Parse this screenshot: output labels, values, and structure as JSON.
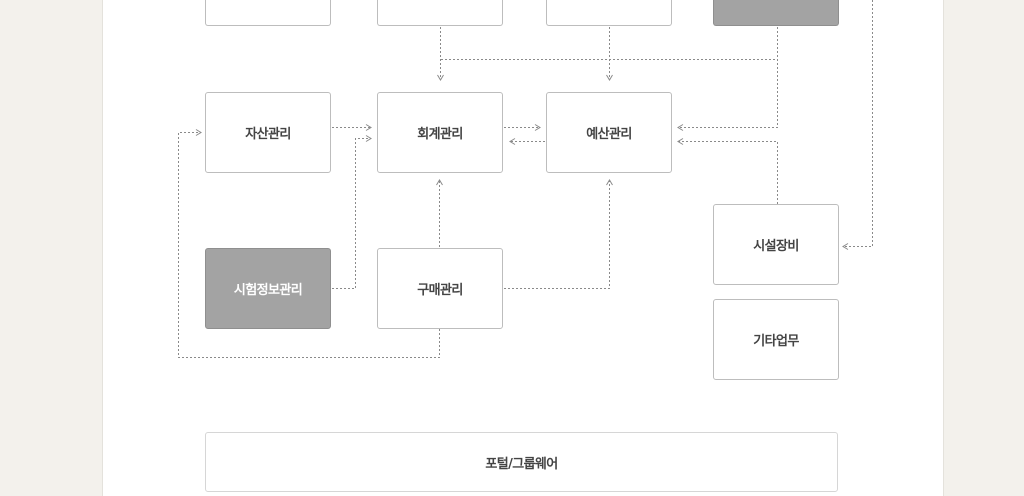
{
  "diagram": {
    "nodes": {
      "asset": "자산관리",
      "accounting": "회계관리",
      "budget": "예산관리",
      "test_info": "시험정보관리",
      "purchase": "구매관리",
      "facility": "시설장비",
      "other": "기타업무",
      "portal": "포털/그룹웨어"
    },
    "colors": {
      "line": "#8a8a8a",
      "box_border": "#bdbdbd",
      "dark_box": "#a3a3a3",
      "background": "#f3f1ec"
    }
  }
}
